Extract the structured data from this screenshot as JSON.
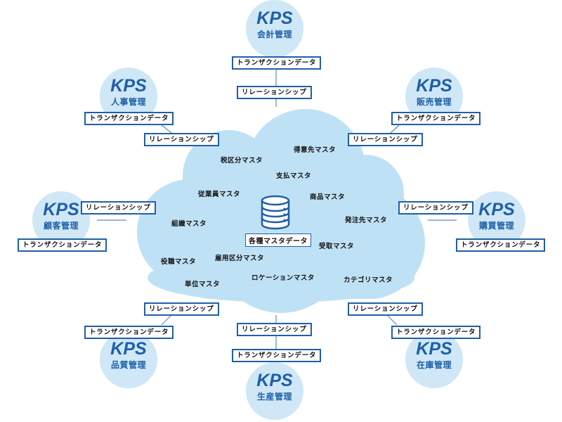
{
  "colors": {
    "accent": "#1f5fa8",
    "node_fill": "#cfe7f6",
    "cloud_fill": "#bfe1f5",
    "connector": "#5b8fc7"
  },
  "center": {
    "icon": "database-icon",
    "label": "各種マスタデータ"
  },
  "masters": [
    "得意先マスタ",
    "税区分マスタ",
    "支払マスタ",
    "従業員マスタ",
    "商品マスタ",
    "組織マスタ",
    "発注先マスタ",
    "受取マスタ",
    "役職マスタ",
    "雇用区分マスタ",
    "単位マスタ",
    "ロケーションマスタ",
    "カテゴリマスタ"
  ],
  "labels": {
    "transaction": "トランザクションデータ",
    "relationship": "リレーションシップ"
  },
  "systems": [
    {
      "brand": "KPS",
      "name": "会計管理",
      "transaction": "トランザクションデータ",
      "relationship": "リレーションシップ"
    },
    {
      "brand": "KPS",
      "name": "人事管理",
      "transaction": "トランザクションデータ",
      "relationship": "リレーションシップ"
    },
    {
      "brand": "KPS",
      "name": "販売管理",
      "transaction": "トランザクションデータ",
      "relationship": "リレーションシップ"
    },
    {
      "brand": "KPS",
      "name": "顧客管理",
      "transaction": "トランザクションデータ",
      "relationship": "リレーションシップ"
    },
    {
      "brand": "KPS",
      "name": "購買管理",
      "transaction": "トランザクションデータ",
      "relationship": "リレーションシップ"
    },
    {
      "brand": "KPS",
      "name": "品質管理",
      "transaction": "トランザクションデータ",
      "relationship": "リレーションシップ"
    },
    {
      "brand": "KPS",
      "name": "生産管理",
      "transaction": "トランザクションデータ",
      "relationship": "リレーションシップ"
    },
    {
      "brand": "KPS",
      "name": "在庫管理",
      "transaction": "トランザクションデータ",
      "relationship": "リレーションシップ"
    }
  ]
}
